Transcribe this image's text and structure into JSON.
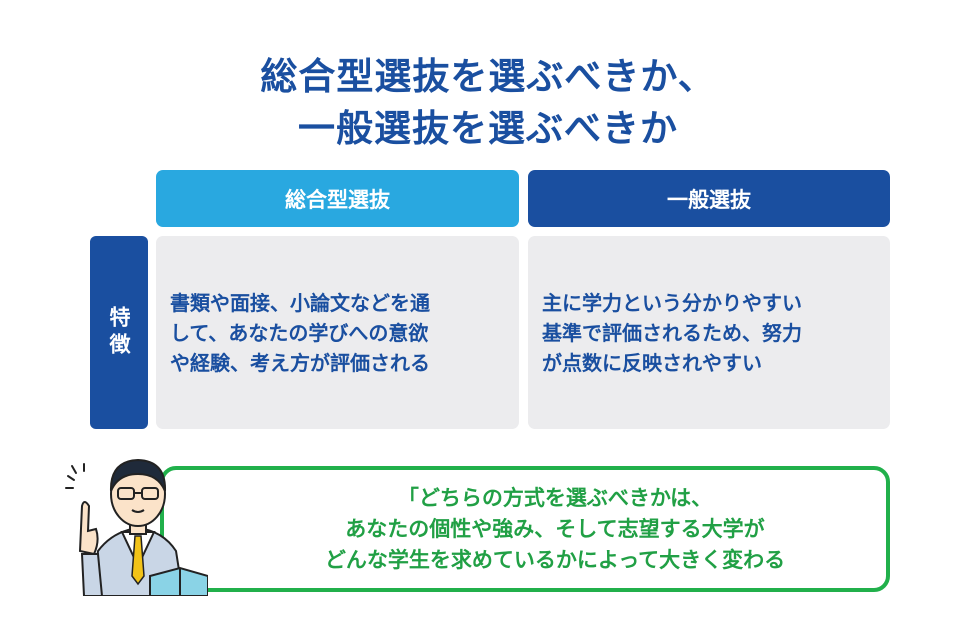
{
  "title": {
    "line1": "総合型選抜を選ぶべきか、",
    "line2": "一般選抜を選ぶべきか"
  },
  "table": {
    "columns": [
      "総合型選抜",
      "一般選抜"
    ],
    "row_label": "特徴",
    "cells": [
      "書類や面接、小論文などを通\nして、あなたの学びへの意欲\nや経験、考え方が評価される",
      "主に学力という分かりやすい\n基準で評価されるため、努力\nが点数に反映されやすい"
    ]
  },
  "speech": {
    "text": "「どちらの方式を選ぶべきかは、\nあなたの個性や強み、そして志望する大学が\nどんな学生を求めているかによって大きく変わる"
  },
  "colors": {
    "title_blue": "#1a4fa0",
    "light_blue": "#29a8e0",
    "cell_gray": "#ececee",
    "green": "#21b04b"
  },
  "icons": {
    "person": "teacher-holding-book-illustration"
  }
}
